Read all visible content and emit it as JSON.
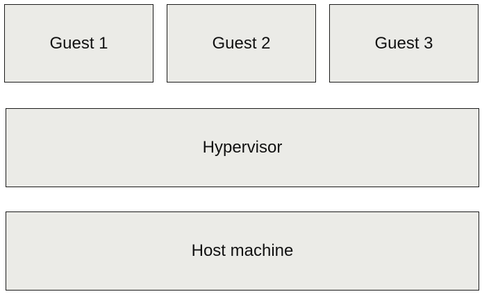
{
  "colors": {
    "box_fill": "#ebebe7",
    "box_border": "#1a1a1a",
    "text": "#111111"
  },
  "guests": [
    {
      "label": "Guest 1"
    },
    {
      "label": "Guest 2"
    },
    {
      "label": "Guest 3"
    }
  ],
  "hypervisor": {
    "label": "Hypervisor"
  },
  "host": {
    "label": "Host machine"
  }
}
